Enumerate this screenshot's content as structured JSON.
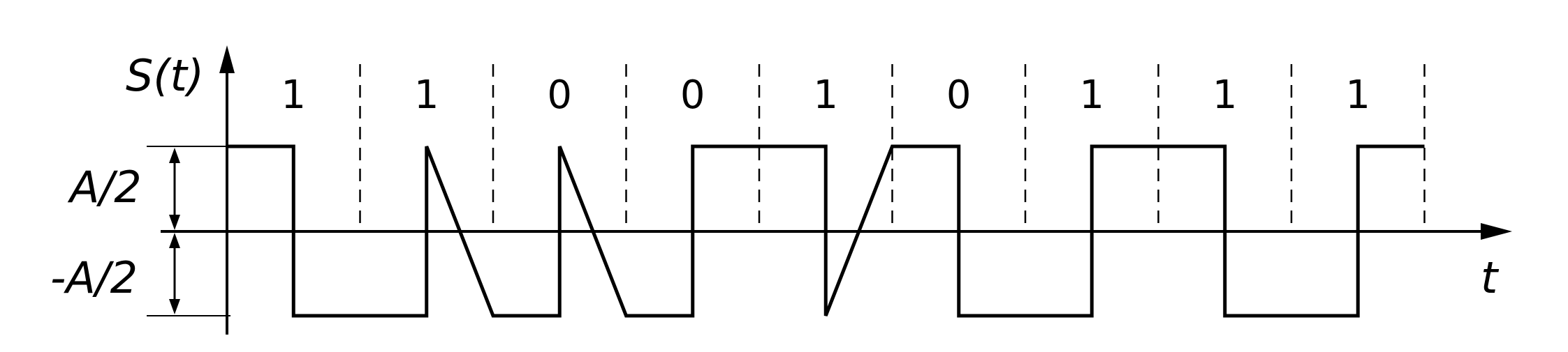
{
  "labels": {
    "y_axis": "S(t)",
    "x_axis": "t",
    "high_level": "A/2",
    "low_level": "-A/2"
  },
  "bits": [
    "1",
    "1",
    "0",
    "0",
    "1",
    "0",
    "1",
    "1",
    "1"
  ],
  "chart_data": {
    "type": "line",
    "encoding": "differential Manchester",
    "bit_sequence": [
      1,
      1,
      0,
      0,
      1,
      0,
      1,
      1,
      1
    ],
    "levels": [
      "A/2",
      "-A/2"
    ],
    "initial_level": "A/2",
    "xlabel": "t",
    "ylabel": "S(t)"
  }
}
